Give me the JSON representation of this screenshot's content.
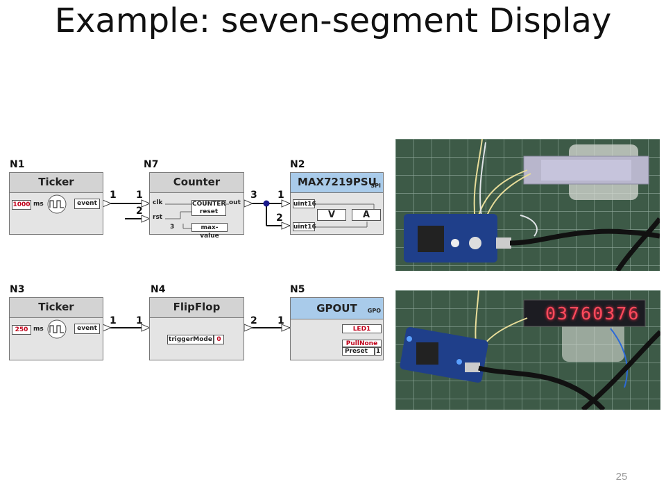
{
  "slide": {
    "title": "Example: seven-segment Display",
    "page_number": "25"
  },
  "nodes": {
    "n1": {
      "id": "N1",
      "title": "Ticker",
      "value": "1000",
      "unit": "ms",
      "event": "event"
    },
    "n7": {
      "id": "N7",
      "title": "Counter",
      "clk": "clk",
      "rst": "rst",
      "out": "out",
      "counter": "COUNTER",
      "reset": "reset",
      "rst_value": "3",
      "max_value": "max-value"
    },
    "n2": {
      "id": "N2",
      "title": "MAX7219PSU",
      "sub": "SPI",
      "in1": "uint16",
      "in2": "uint16",
      "v": "V",
      "a": "A"
    },
    "n3": {
      "id": "N3",
      "title": "Ticker",
      "value": "250",
      "unit": "ms",
      "event": "event"
    },
    "n4": {
      "id": "N4",
      "title": "FlipFlop",
      "trigger": "triggerMode",
      "trigger_value": "0"
    },
    "n5": {
      "id": "N5",
      "title": "GPOUT",
      "sub": "GPO",
      "led": "LED1",
      "pull": "PullNone",
      "preset": "Preset",
      "preset_value": "1"
    }
  },
  "wires": {
    "w1a": "1",
    "w1b": "1",
    "w2": "2",
    "w3": "3",
    "w4": "1",
    "w5": "2",
    "w6a": "1",
    "w6b": "1",
    "w7a": "2",
    "w7b": "1"
  },
  "display_digits": "03760376",
  "colors": {
    "node_bg": "#e4e4e4",
    "node_head": "#d3d3d3",
    "blue_head": "#a9cbea",
    "value_red": "#c0001a",
    "led_red": "#ff4a5c",
    "photo_green": "#3d5a47"
  }
}
